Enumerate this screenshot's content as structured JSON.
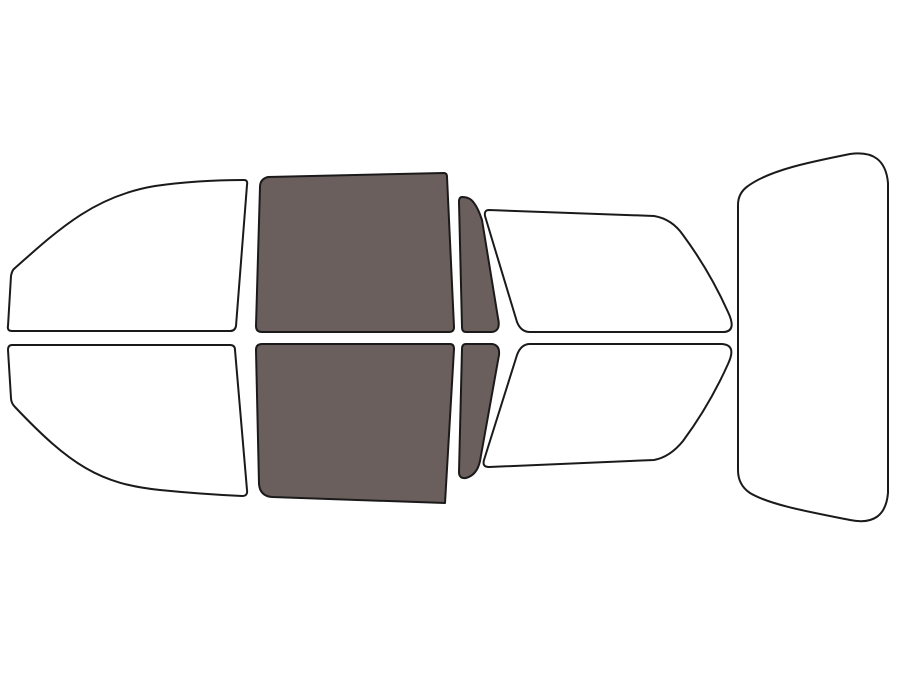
{
  "colors": {
    "background": "#ffffff",
    "outline": "#1a1a1a",
    "tinted": "#6b5f5e",
    "untinted": "#ffffff"
  },
  "windows": [
    {
      "id": "windshield-top-half",
      "tinted": false
    },
    {
      "id": "windshield-bottom-half",
      "tinted": false
    },
    {
      "id": "front-door-driver",
      "tinted": true
    },
    {
      "id": "front-door-passenger",
      "tinted": true
    },
    {
      "id": "front-quarter-vent-driver",
      "tinted": true
    },
    {
      "id": "front-quarter-vent-passenger",
      "tinted": true
    },
    {
      "id": "rear-door-driver",
      "tinted": false
    },
    {
      "id": "rear-door-passenger",
      "tinted": false
    },
    {
      "id": "rear-window",
      "tinted": false
    }
  ]
}
